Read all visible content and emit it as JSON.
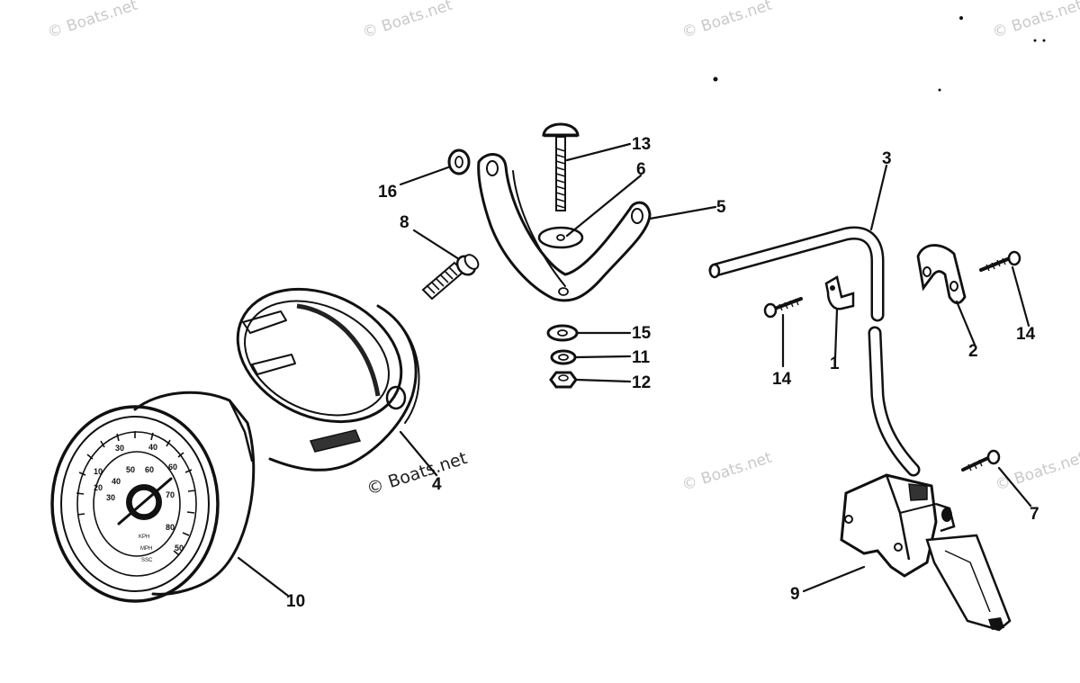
{
  "watermark": {
    "text": "© Boats.net"
  },
  "callouts": {
    "c1": "1",
    "c2": "2",
    "c3": "3",
    "c4": "4",
    "c5": "5",
    "c6": "6",
    "c7": "7",
    "c8": "8",
    "c9": "9",
    "c10": "10",
    "c11": "11",
    "c12": "12",
    "c13": "13",
    "c14a": "14",
    "c14b": "14",
    "c15": "15",
    "c16": "16"
  },
  "gauge": {
    "outer_scale": [
      "30",
      "40",
      "50",
      "60"
    ],
    "inner_scale": [
      "10",
      "20",
      "30",
      "40",
      "50",
      "60",
      "70",
      "80"
    ],
    "unit_kph": "KPH",
    "unit_mph": "MPH",
    "brand": "SSC"
  },
  "colors": {
    "ink": "#111111",
    "watermark": "#c9c9c9",
    "background": "#ffffff"
  }
}
